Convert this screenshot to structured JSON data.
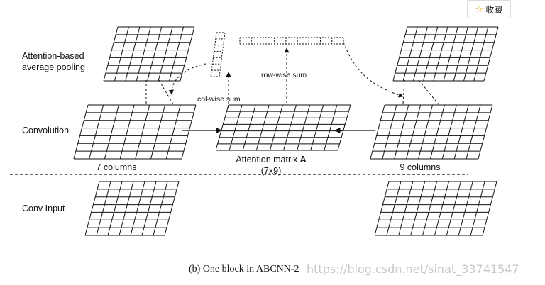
{
  "diagram": {
    "row_labels": {
      "pooling": [
        "Attention-based",
        "average pooling"
      ],
      "convolution": "Convolution",
      "conv_input": "Conv Input"
    },
    "left_caption": "7 columns",
    "right_caption": "9 columns",
    "attention_matrix": {
      "label": "Attention matrix ",
      "label_bold": "A",
      "dims": "(7x9)"
    },
    "col_sum": "col-wise sum",
    "row_sum": "row-wise sum"
  },
  "caption": "(b) One block in ABCNN-2",
  "watermark": "https://blog.csdn.net/sinat_33741547",
  "favorite": {
    "label": "收藏",
    "icon": "star-icon"
  }
}
